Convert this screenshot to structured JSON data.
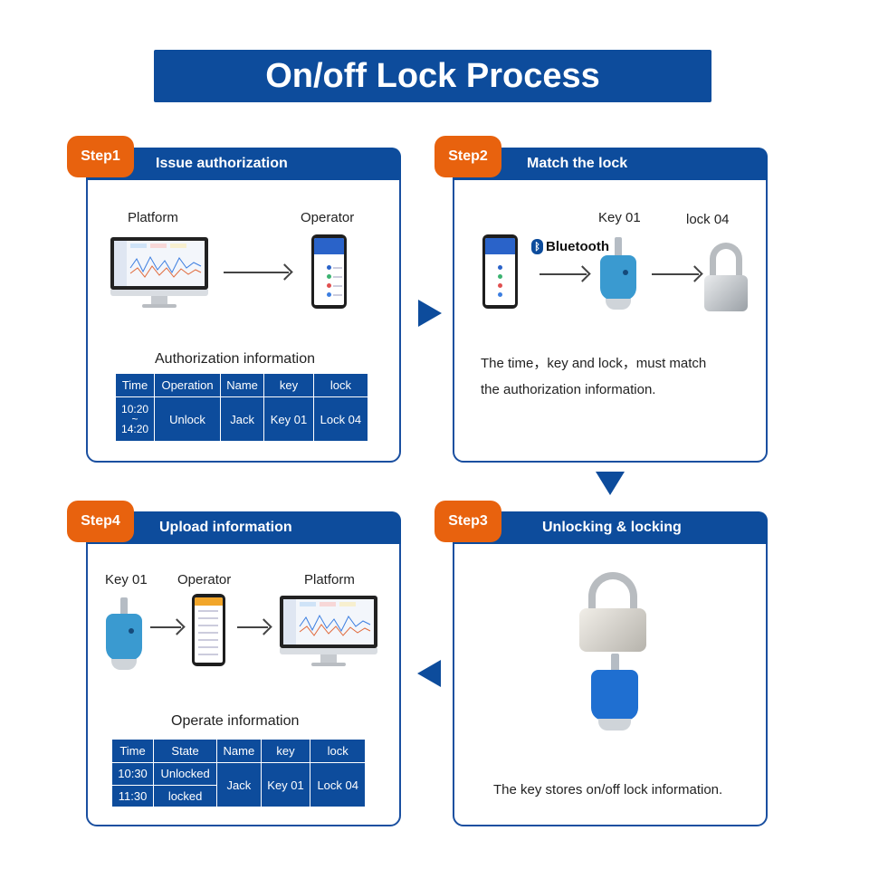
{
  "title": "On/off Lock Process",
  "colors": {
    "primary": "#0d4c9c",
    "badge": "#e8620e",
    "key_body": "#3a9ad0"
  },
  "step1": {
    "badge": "Step1",
    "header": "Issue authorization",
    "platform_label": "Platform",
    "operator_label": "Operator",
    "table_title": "Authorization information",
    "table": {
      "headers": [
        "Time",
        "Operation",
        "Name",
        "key",
        "lock"
      ],
      "time_start": "10:20",
      "time_sep": "~",
      "time_end": "14:20",
      "operation": "Unlock",
      "name": "Jack",
      "key": "Key 01",
      "lock": "Lock 04"
    }
  },
  "step2": {
    "badge": "Step2",
    "header": "Match the lock",
    "bluetooth_label": "Bluetooth",
    "key_label": "Key 01",
    "lock_label": "lock 04",
    "text_line1": "The time，key and lock，must match",
    "text_line2": "the authorization information."
  },
  "step3": {
    "badge": "Step3",
    "header": "Unlocking &  locking",
    "text": "The key stores on/off lock information."
  },
  "step4": {
    "badge": "Step4",
    "header": "Upload information",
    "key_label": "Key 01",
    "operator_label": "Operator",
    "platform_label": "Platform",
    "table_title": "Operate information",
    "table": {
      "headers": [
        "Time",
        "State",
        "Name",
        "key",
        "lock"
      ],
      "rows": [
        {
          "time": "10:30",
          "state": "Unlocked"
        },
        {
          "time": "11:30",
          "state": "locked"
        }
      ],
      "name": "Jack",
      "key": "Key 01",
      "lock": "Lock 04"
    }
  }
}
